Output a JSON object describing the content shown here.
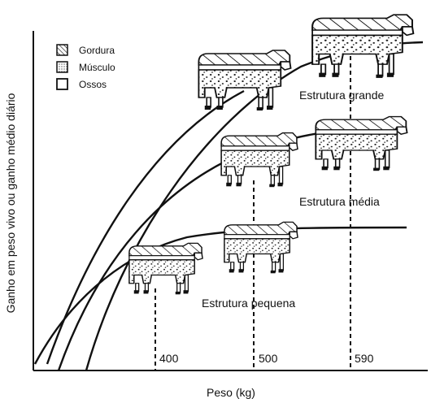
{
  "axes": {
    "y_label": "Ganho em peso vivo ou ganho médio diário",
    "x_label": "Peso (kg)"
  },
  "legend": [
    {
      "key": "gordura",
      "label": "Gordura",
      "pattern": "hatch"
    },
    {
      "key": "musculo",
      "label": "Músculo",
      "pattern": "dots"
    },
    {
      "key": "ossos",
      "label": "Ossos",
      "pattern": "blank"
    }
  ],
  "curves": [
    {
      "name": "Estrutura pequena",
      "marker": "400"
    },
    {
      "name": "Estrutura média",
      "marker": "500"
    },
    {
      "name": "Estrutura grande",
      "marker": "590"
    }
  ],
  "colors": {
    "ink": "#111111",
    "background": "#ffffff"
  }
}
